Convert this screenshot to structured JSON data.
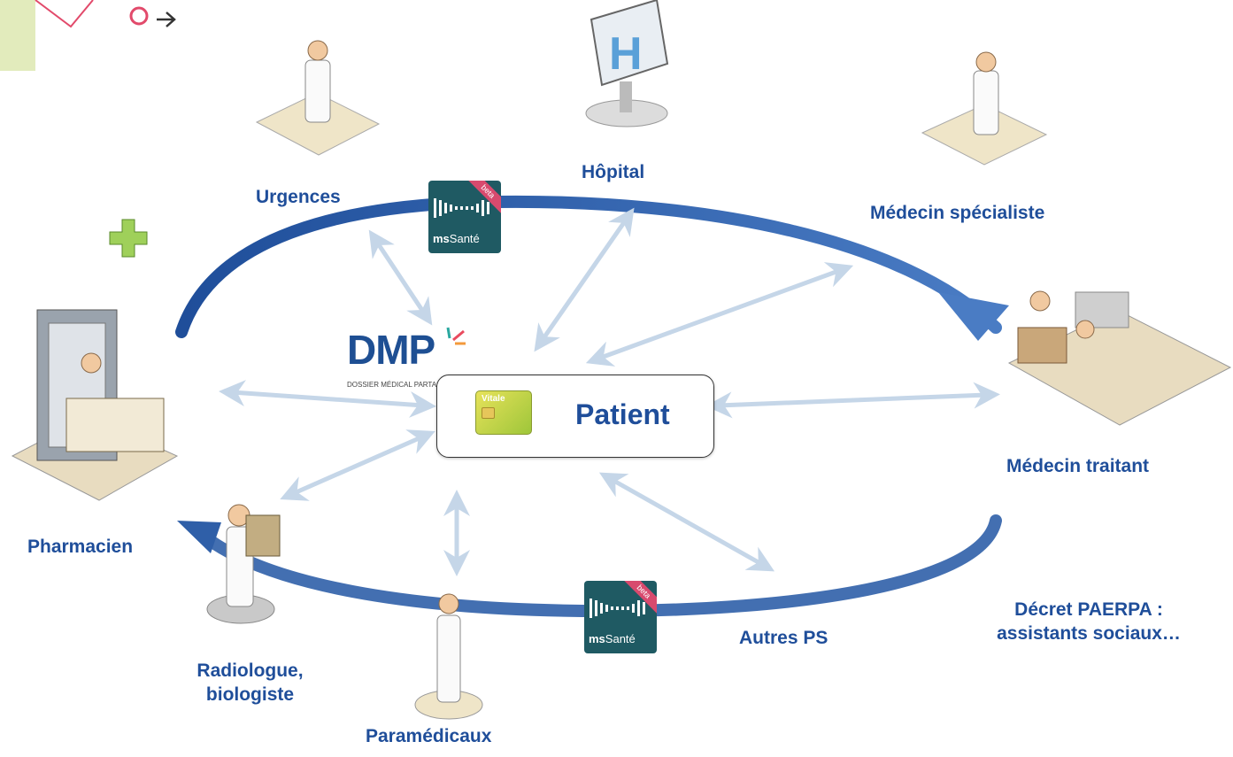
{
  "nodes": {
    "urgences": "Urgences",
    "hopital": "Hôpital",
    "medecin_specialiste": "Médecin spécialiste",
    "medecin_traitant": "Médecin traitant",
    "pharmacien": "Pharmacien",
    "radiologue": "Radiologue, biologiste",
    "paramedicaux": "Paramédicaux",
    "autres_ps": "Autres PS",
    "decret": "Décret PAERPA : assistants sociaux…"
  },
  "center": {
    "patient": "Patient",
    "vitale_card_text": "Vitale"
  },
  "logos": {
    "dmp_text": "DMP",
    "dmp_subtitle": "DOSSIER MÉDICAL PARTAGÉ",
    "ms_prefix": "ms",
    "ms_suffix": "Santé",
    "beta": "beta"
  },
  "colors": {
    "label": "#1f4e9a",
    "flow_arrow": "#2f5fa8",
    "link_arrow": "#c5d6e8"
  }
}
